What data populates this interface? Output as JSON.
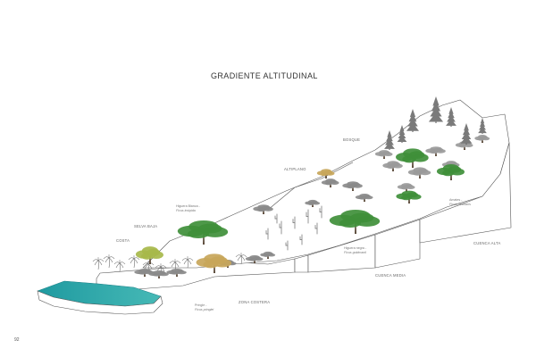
{
  "diagram": {
    "title": "GRADIENTE ALTITUDINAL",
    "zones": {
      "costa": "COSTA",
      "selva_baja": "SELVA BAJA",
      "altiplano": "ALTIPLANO",
      "bosque": "BOSQUE",
      "zona_costera": "ZONA COSTERA",
      "cuenca_media": "CUENCA MEDIA",
      "cuenca_alta": "CUENCA ALTA"
    },
    "species": {
      "higuera_blanca": {
        "name": "Higuera Blanca -",
        "latin": "Ficus insipida"
      },
      "pringle": {
        "name": "Pringle -",
        "latin": "Ficus pringlei"
      },
      "higuera_negra": {
        "name": "Higuera negra -",
        "latin": "Ficus goldmanii"
      },
      "amate": {
        "name": "Amates -",
        "latin": "Ficus petiolaris"
      }
    },
    "colors": {
      "water": "#2fa8a8",
      "canopy_green": "#3f8f3a",
      "canopy_light": "#a7b84a",
      "canopy_orange": "#c8a65a",
      "grey_tree": "#8a8a8a"
    }
  },
  "page": {
    "number": "92"
  }
}
